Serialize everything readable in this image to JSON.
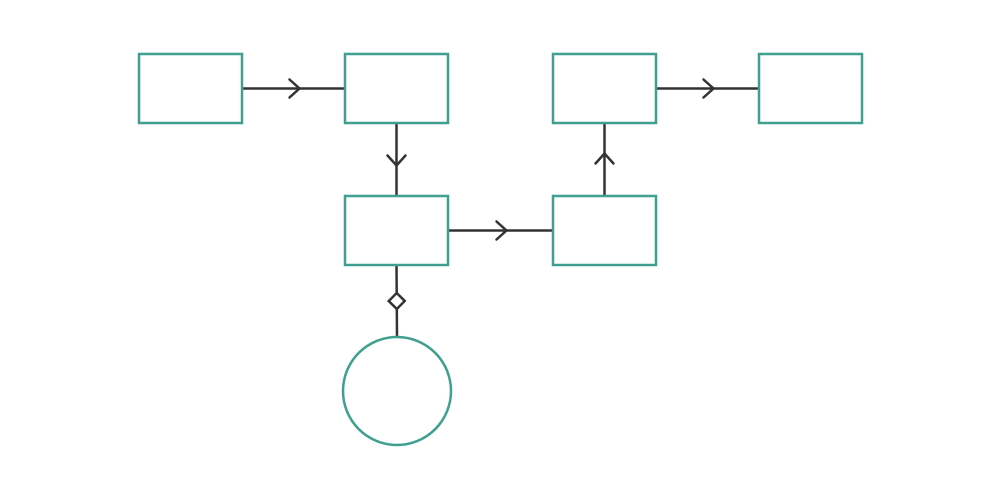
{
  "diagram": {
    "colors": {
      "node_stroke": "#3fa08f",
      "edge_stroke": "#333333",
      "background": "#ffffff"
    },
    "nodes": [
      {
        "id": "node-1",
        "shape": "rectangle",
        "label": ""
      },
      {
        "id": "node-2",
        "shape": "rectangle",
        "label": ""
      },
      {
        "id": "node-3",
        "shape": "rectangle",
        "label": ""
      },
      {
        "id": "node-4",
        "shape": "rectangle",
        "label": ""
      },
      {
        "id": "node-5",
        "shape": "rectangle",
        "label": ""
      },
      {
        "id": "node-6",
        "shape": "rectangle",
        "label": ""
      },
      {
        "id": "node-7",
        "shape": "circle",
        "label": ""
      }
    ],
    "edges": [
      {
        "from": "node-1",
        "to": "node-2",
        "marker": "open-arrow"
      },
      {
        "from": "node-2",
        "to": "node-5",
        "marker": "open-arrow"
      },
      {
        "from": "node-5",
        "to": "node-6",
        "marker": "open-arrow"
      },
      {
        "from": "node-6",
        "to": "node-3",
        "marker": "open-arrow"
      },
      {
        "from": "node-3",
        "to": "node-4",
        "marker": "open-arrow"
      },
      {
        "from": "node-5",
        "to": "node-7",
        "marker": "hollow-diamond"
      }
    ]
  }
}
